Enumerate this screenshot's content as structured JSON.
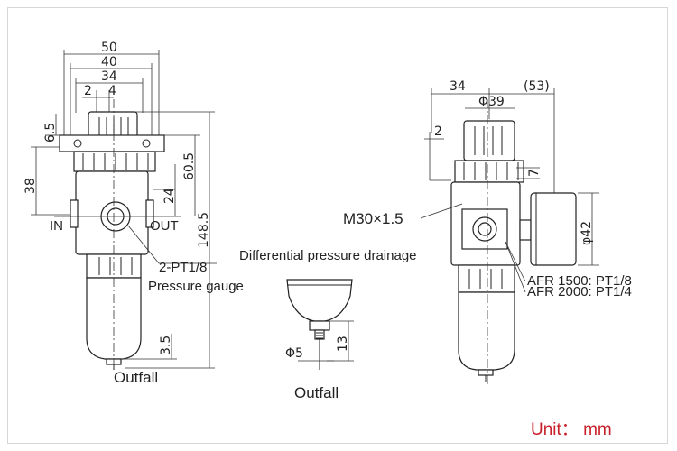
{
  "dims_left": {
    "w50": "50",
    "w40": "40",
    "w34": "34",
    "d2": "2",
    "d4": "4",
    "h6_5": "6.5",
    "h38": "38",
    "h60_5": "60.5",
    "h24": "24",
    "h148_5": "148.5",
    "h3_5": "3.5",
    "port": "2-PT1/8",
    "in_label": "IN",
    "out_label": "OUT",
    "gauge_label": "Pressure gauge",
    "outfall_label": "Outfall"
  },
  "dims_mid": {
    "title": "Differential pressure drainage",
    "phi5": "Φ5",
    "h13": "13",
    "outfall_label": "Outfall"
  },
  "dims_right": {
    "w34": "34",
    "w53": "(53)",
    "phi39": "Φ39",
    "d2": "2",
    "d7": "7",
    "thread": "M30×1.5",
    "phi42": "φ42",
    "afr1500": "AFR 1500:  PT1/8",
    "afr2000": "AFR 2000:  PT1/4"
  },
  "unit_label": "Unit：  mm",
  "colors": {
    "unit": "#c8202a",
    "line": "#222222",
    "frame": "#d6d6d6"
  }
}
